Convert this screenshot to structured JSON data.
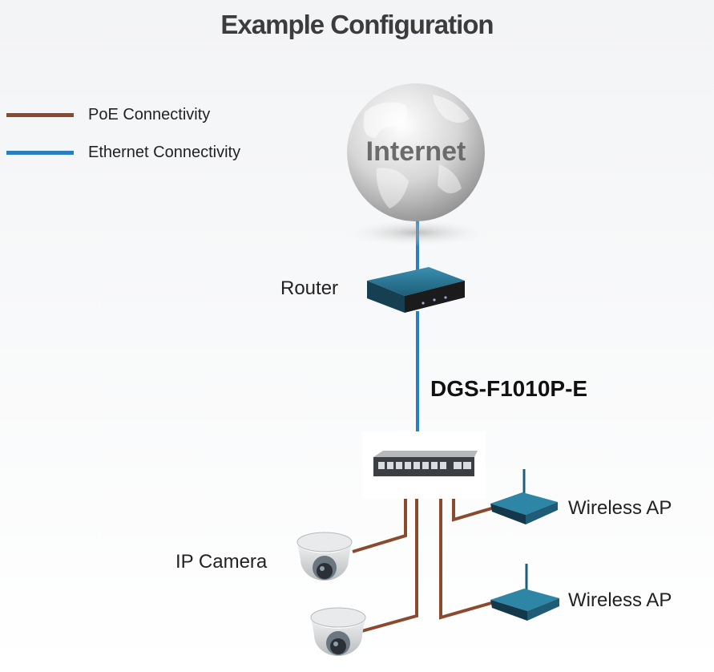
{
  "title": "Example Configuration",
  "legend": [
    {
      "label": "PoE Connectivity",
      "color": "#8b4a2e"
    },
    {
      "label": "Ethernet Connectivity",
      "color": "#2a7fbf"
    }
  ],
  "nodes": {
    "internet": "Internet",
    "router": "Router",
    "switch": "DGS-F1010P-E",
    "camera_1": "IP Camera",
    "ap_1": "Wireless AP",
    "ap_2": "Wireless AP"
  }
}
